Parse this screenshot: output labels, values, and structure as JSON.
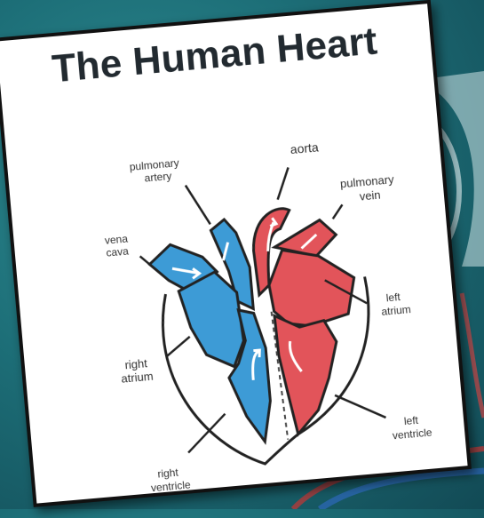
{
  "title": "The Human Heart",
  "labels": {
    "pulmonary_artery": [
      "pulmonary",
      "artery"
    ],
    "aorta": [
      "aorta"
    ],
    "pulmonary_vein": [
      "pulmonary",
      "vein"
    ],
    "vena_cava": [
      "vena",
      "cava"
    ],
    "left_atrium": [
      "left",
      "atrium"
    ],
    "right_atrium": [
      "right",
      "atrium"
    ],
    "left_ventricle": [
      "left",
      "ventricle"
    ],
    "right_ventricle": [
      "right",
      "ventricle"
    ]
  },
  "colors": {
    "oxygen_poor_blood": "#3d9bd6",
    "oxygen_rich_blood": "#e2545a",
    "outline": "#222222",
    "background": "#1d6f78"
  }
}
